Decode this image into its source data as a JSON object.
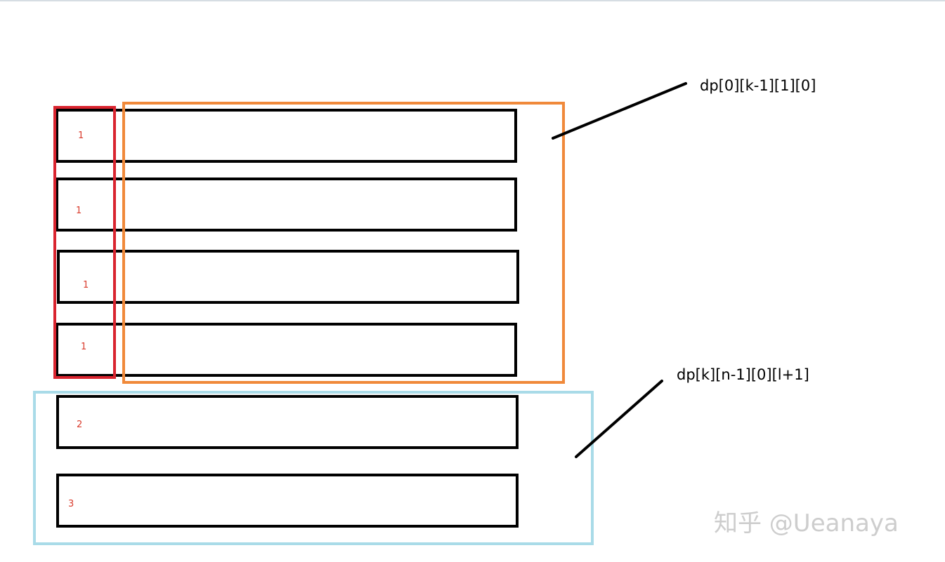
{
  "rows": [
    {
      "label": "1"
    },
    {
      "label": "1"
    },
    {
      "label": "1"
    },
    {
      "label": "1"
    },
    {
      "label": "2"
    },
    {
      "label": "3"
    }
  ],
  "callouts": {
    "top": "dp[0][k-1][1][0]",
    "bottom": "dp[k][n-1][0][l+1]"
  },
  "colors": {
    "row_border": "#000000",
    "row_number": "#d93a2b",
    "group_red": "#d9242f",
    "group_orange": "#f0893a",
    "group_blue": "#a9dbe8"
  },
  "watermark": "知乎 @Ueanaya"
}
